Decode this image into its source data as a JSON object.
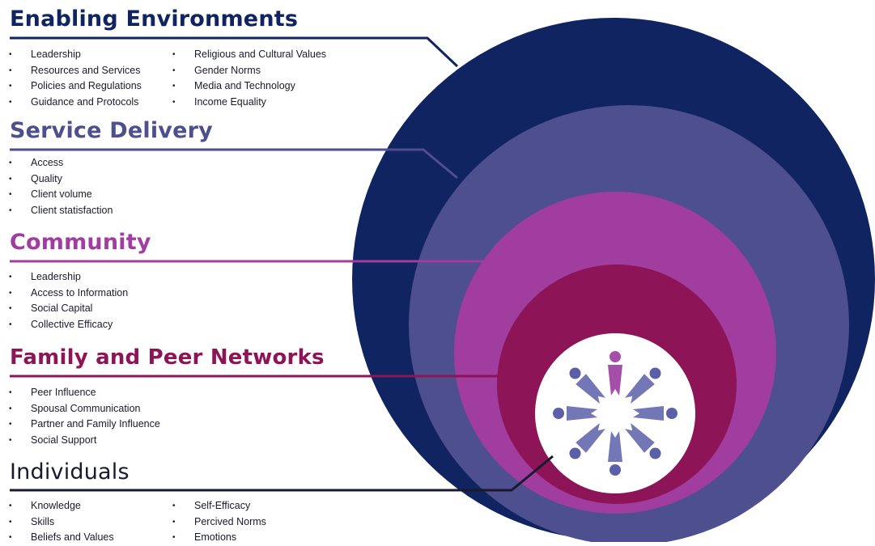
{
  "colors": {
    "enabling": "#0f2461",
    "service": "#4d4f8e",
    "community": "#a03d9f",
    "family": "#8c1457",
    "individual": "#1a1a2e",
    "center": "#ffffff",
    "icon_head": "#a64fa8",
    "icon_figure": "#5b5fa8"
  },
  "levels": {
    "enabling": {
      "title": "Enabling Environments",
      "col1": [
        "Leadership",
        "Resources and Services",
        "Policies and Regulations",
        "Guidance and Protocols"
      ],
      "col2": [
        "Religious and Cultural Values",
        "Gender Norms",
        "Media and Technology",
        "Income Equality"
      ]
    },
    "service": {
      "title": "Service Delivery",
      "col1": [
        "Access",
        "Quality",
        "Client volume",
        "Client statisfaction"
      ]
    },
    "community": {
      "title": "Community",
      "col1": [
        "Leadership",
        "Access to Information",
        "Social Capital",
        "Collective Efficacy"
      ]
    },
    "family": {
      "title": "Family and Peer Networks",
      "col1": [
        "Peer Influence",
        "Spousal Communication",
        "Partner and Family Influence",
        "Social Support"
      ]
    },
    "individual": {
      "title": "Individuals",
      "col1": [
        "Knowledge",
        "Skills",
        "Beliefs and Values"
      ],
      "col2": [
        "Self-Efficacy",
        "Percived Norms",
        "Emotions"
      ]
    }
  },
  "center_icon": "people-circle-icon"
}
